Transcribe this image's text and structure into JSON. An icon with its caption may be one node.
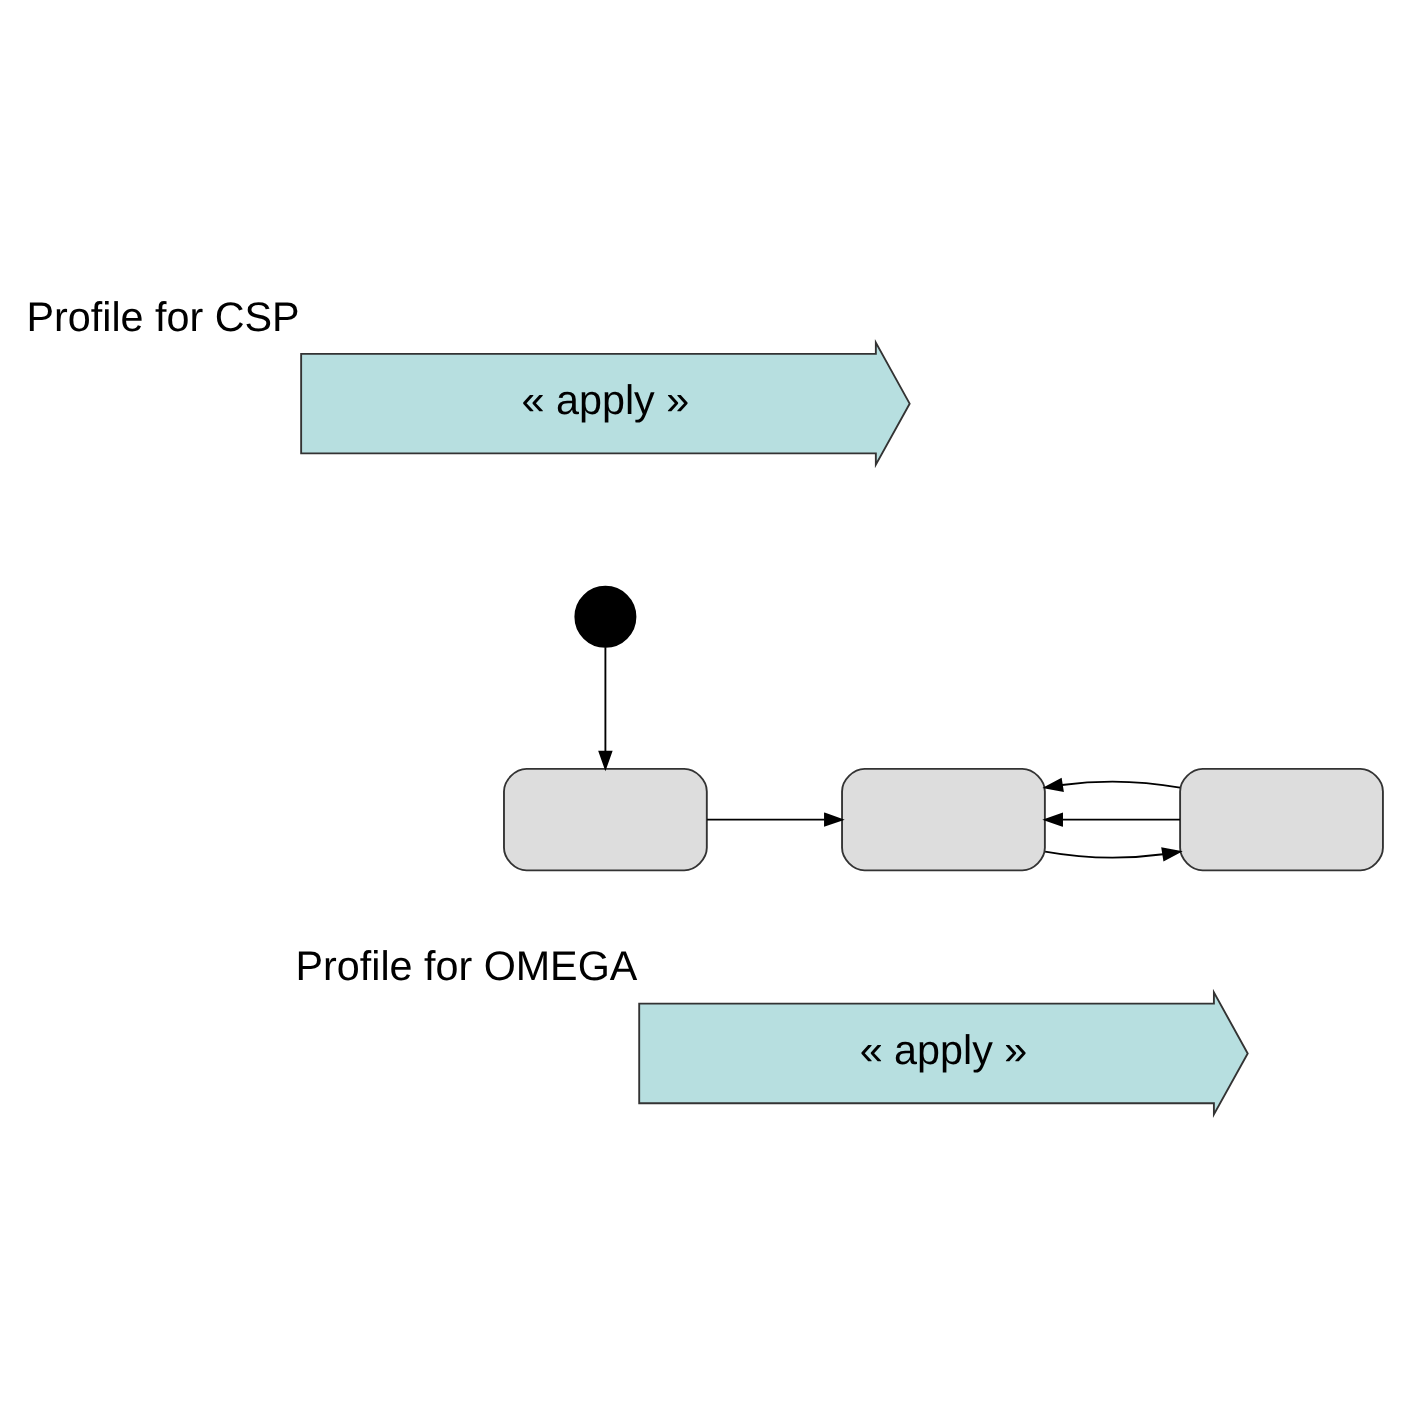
{
  "diagram": {
    "nodes": [
      {
        "text": [
          "« apply »"
        ],
        "beside": [
          "Profile for CSP"
        ]
      },
      {
        "text": [],
        "shape": "circle"
      },
      {
        "text": [],
        "shape": "box"
      },
      {
        "text": [],
        "shape": "box"
      },
      {
        "text": [],
        "shape": "box"
      },
      {
        "text": [
          "« apply »"
        ],
        "beside": [
          "Profile for OMEGA"
        ]
      }
    ],
    "edges": [
      {
        "from": 1,
        "to": 2,
        "arrow": "to"
      },
      {
        "from": 2,
        "to": 3,
        "arrow": "to"
      },
      {
        "from": 3,
        "to": 4,
        "arrow": "to"
      },
      {
        "from": 4,
        "to": 3,
        "arrow": "to"
      },
      {
        "from": 4,
        "to": 3,
        "arrow": "to"
      }
    ]
  }
}
